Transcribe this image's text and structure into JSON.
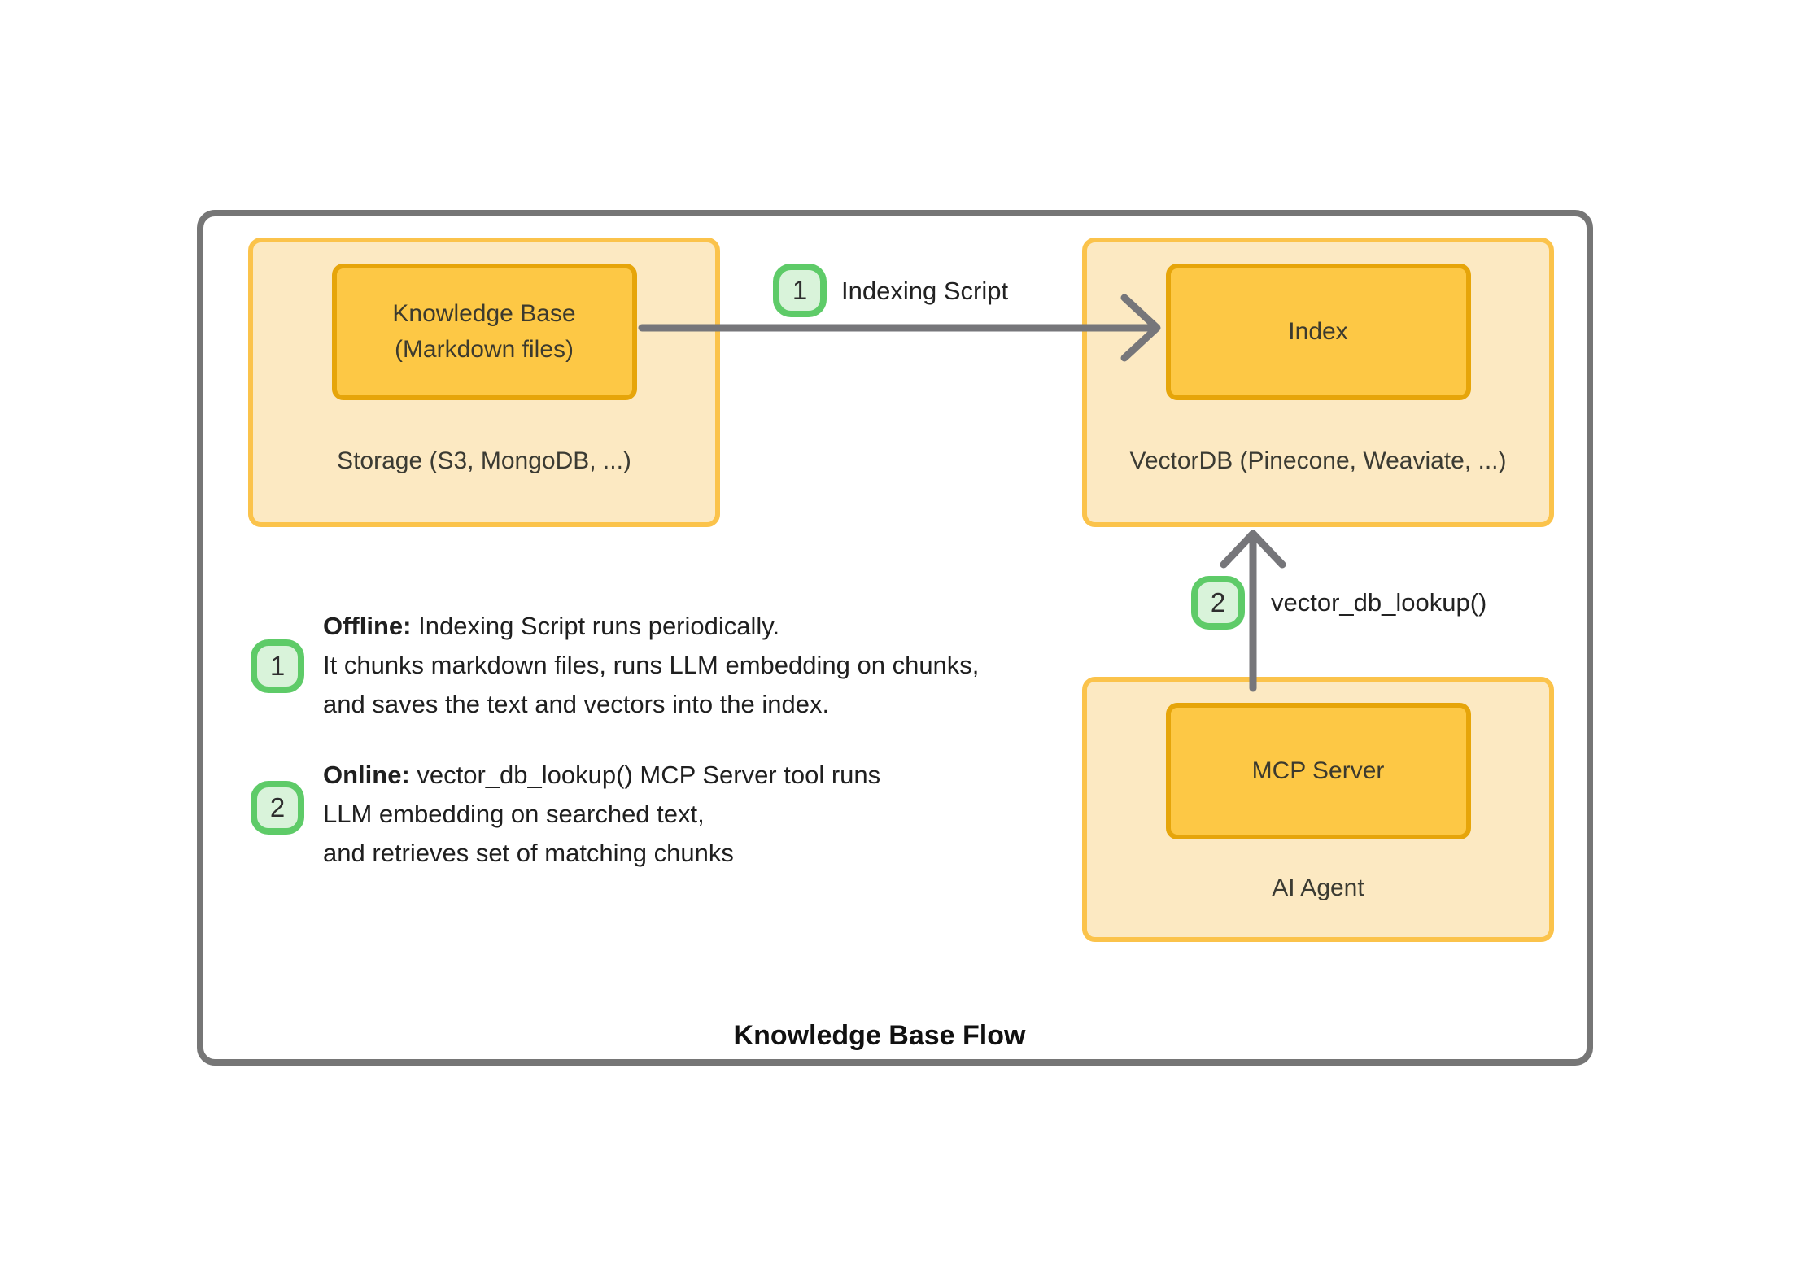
{
  "diagram": {
    "title": "Knowledge Base Flow",
    "colors": {
      "container_fill": "#FCE9C2",
      "container_border": "#FBC34B",
      "node_fill": "#FDC845",
      "node_border": "#E6A50A",
      "badge_fill": "#D9F3DA",
      "badge_border": "#5ECB68",
      "arrow_gray": "#76767A",
      "frame_border": "#767676"
    },
    "containers": {
      "storage": {
        "label": "Storage (S3, MongoDB, ...)",
        "node": "Knowledge Base\n(Markdown files)"
      },
      "vectordb": {
        "label": "VectorDB (Pinecone, Weaviate, ...)",
        "node": "Index"
      },
      "ai_agent": {
        "label": "AI Agent",
        "node": "MCP Server"
      }
    },
    "edges": {
      "indexing": {
        "step": "1",
        "label": "Indexing Script"
      },
      "lookup": {
        "step": "2",
        "label": "vector_db_lookup()"
      }
    },
    "annotations": [
      {
        "step": "1",
        "lines": [
          {
            "bold": "Offline:",
            "text": " Indexing Script runs periodically."
          },
          {
            "bold": "",
            "text": "It chunks markdown files, runs LLM embedding on chunks,"
          },
          {
            "bold": "",
            "text": "and saves the text and vectors into the index."
          }
        ]
      },
      {
        "step": "2",
        "lines": [
          {
            "bold": "Online:",
            "text": " vector_db_lookup() MCP Server tool runs"
          },
          {
            "bold": "",
            "text": "LLM embedding on searched text,"
          },
          {
            "bold": "",
            "text": "and retrieves set of matching chunks"
          }
        ]
      }
    ]
  }
}
